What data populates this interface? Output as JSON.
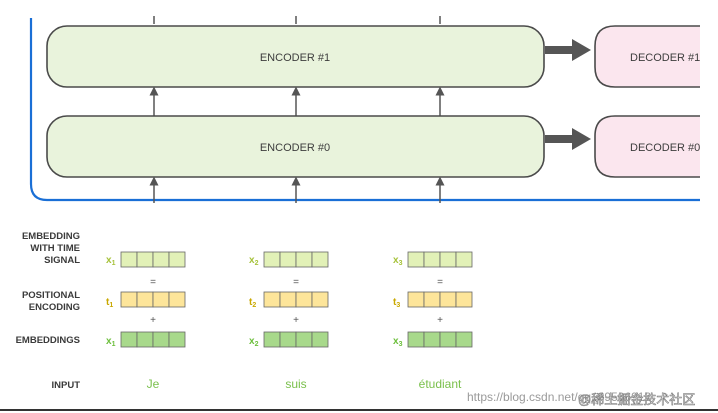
{
  "encoders": [
    {
      "label": "ENCODER #1"
    },
    {
      "label": "ENCODER #0"
    }
  ],
  "decoders": [
    {
      "label": "DECODER #1"
    },
    {
      "label": "DECODER #0"
    }
  ],
  "rows": {
    "embedding_with_time_signal": [
      "EMBEDDING",
      "WITH TIME",
      "SIGNAL"
    ],
    "positional_encoding": [
      "POSITIONAL",
      "ENCODING"
    ],
    "embeddings": "EMBEDDINGS",
    "input": "INPUT"
  },
  "operators": {
    "equals": "=",
    "plus": "+"
  },
  "tokens": [
    {
      "word": "Je",
      "x": "x",
      "t": "t",
      "sub": "1"
    },
    {
      "word": "suis",
      "x": "x",
      "t": "t",
      "sub": "2"
    },
    {
      "word": "étudiant",
      "x": "x",
      "t": "t",
      "sub": "3"
    }
  ],
  "colors": {
    "encoder_fill": "#e9f3dc",
    "decoder_fill": "#fbe6ee",
    "time_signal_fill": "#e2f1b7",
    "positional_fill": "#fde59a",
    "embedding_fill": "#a8d98b",
    "frame_line": "#1a6fd6",
    "arrow": "#555555"
  },
  "watermark": {
    "url": "https://blog.csdn.net/qq_39506912",
    "tag": "@稀土掘金技术社区"
  }
}
